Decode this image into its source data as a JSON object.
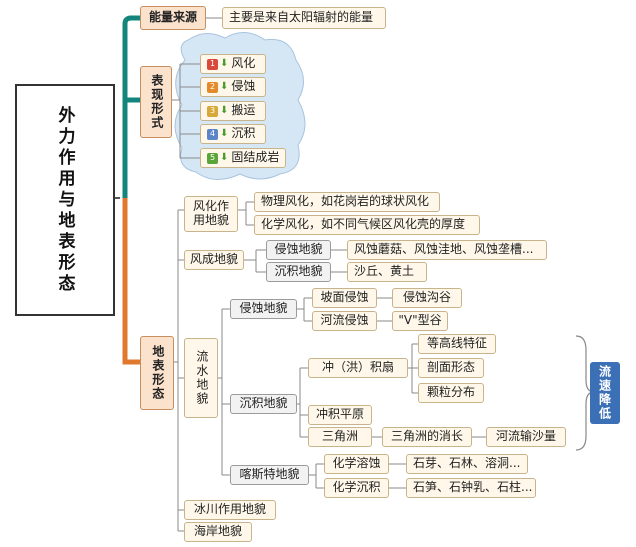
{
  "title": "外力作用与地表形态",
  "energy": {
    "label": "能量来源",
    "desc": "主要是来自太阳辐射的能量"
  },
  "forms": {
    "label": "表现形式",
    "items": [
      {
        "num": "1",
        "color": "#d84b3c",
        "text": "风化"
      },
      {
        "num": "2",
        "color": "#e38a2b",
        "text": "侵蚀"
      },
      {
        "num": "3",
        "color": "#d7a83a",
        "text": "搬运"
      },
      {
        "num": "4",
        "color": "#5a85c8",
        "text": "沉积"
      },
      {
        "num": "5",
        "color": "#5aa53a",
        "text": "固结成岩"
      }
    ]
  },
  "landform": {
    "label": "地表形态",
    "weathering": {
      "label": "风化作用地貌",
      "a": "物理风化，如花岗岩的球状风化",
      "b": "化学风化，如不同气候区风化壳的厚度"
    },
    "wind": {
      "label": "风成地貌",
      "erosion": "侵蚀地貌",
      "erosion_desc": "风蚀蘑菇、风蚀洼地、风蚀垄槽...",
      "deposit": "沉积地貌",
      "deposit_desc": "沙丘、黄土"
    },
    "fluvial": {
      "label": "流水地貌",
      "erosion": "侵蚀地貌",
      "slope": "坡面侵蚀",
      "slope_desc": "侵蚀沟谷",
      "river": "河流侵蚀",
      "river_desc": "\"V\"型谷",
      "deposit": "沉积地貌",
      "alluvial_fan": "冲（洪）积扇",
      "fan_items": [
        "等高线特征",
        "剖面形态",
        "颗粒分布"
      ],
      "plain": "冲积平原",
      "delta": "三角洲",
      "delta_a": "三角洲的消长",
      "delta_b": "河流输沙量",
      "karst": "喀斯特地貌",
      "chem_sol": "化学溶蚀",
      "chem_sol_desc": "石芽、石林、溶洞...",
      "chem_dep": "化学沉积",
      "chem_dep_desc": "石笋、石钟乳、石柱..."
    },
    "glacial": "冰川作用地貌",
    "coastal": "海岸地貌"
  },
  "badge": "流速降低",
  "colors": {
    "trunk_teal": "#14857c",
    "trunk_orange": "#e0782e",
    "line_gray": "#8a8a8a",
    "cloud": "#d5e6f5",
    "badge": "#3b6fb6"
  }
}
